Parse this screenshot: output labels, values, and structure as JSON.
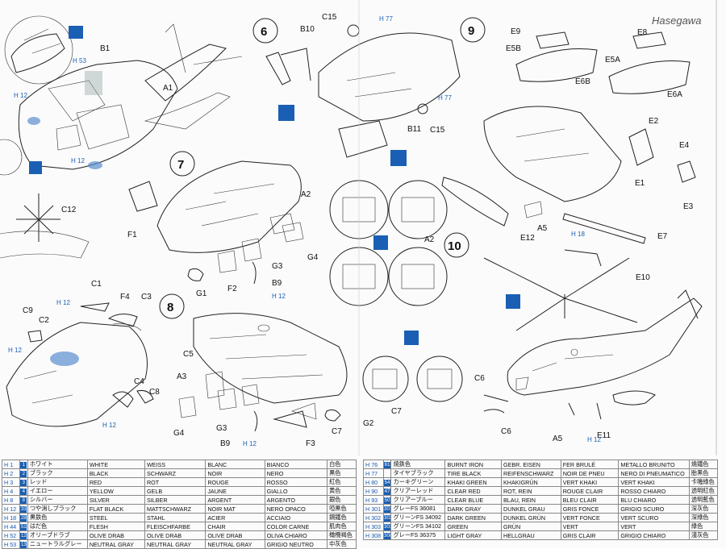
{
  "steps": [
    "6",
    "7",
    "8",
    "9",
    "10"
  ],
  "header_text": "Hasegawa",
  "part_labels": {
    "b1": "B1",
    "a1": "A1",
    "c12": "C12",
    "f1": "F1",
    "a2_s7": "A2",
    "g4_s7": "G4",
    "g3_s7": "G3",
    "b9_s7": "B9",
    "g1": "G1",
    "f2": "F2",
    "b10": "B10",
    "c15_top": "C15",
    "b11": "B11",
    "c15_bot": "C15",
    "e9": "E9",
    "e5b": "E5B",
    "e6b": "E6B",
    "e8": "E8",
    "e5a": "E5A",
    "e6a": "E6A",
    "e2": "E2",
    "e1": "E1",
    "e4": "E4",
    "e3": "E3",
    "e12": "E12",
    "a5_s9": "A5",
    "e7": "E7",
    "a2_mid": "A2",
    "c1": "C1",
    "f4": "F4",
    "c3": "C3",
    "c9": "C9",
    "c2": "C2",
    "c4": "C4",
    "c8": "C8",
    "c5": "C5",
    "a3": "A3",
    "g4_s8": "G4",
    "g3_s8": "G3",
    "b9_s8": "B9",
    "g2": "G2",
    "c7_s8": "C7",
    "f3": "F3",
    "c7_mid": "C7",
    "e10": "E10",
    "c6_a": "C6",
    "c6_b": "C6",
    "a5_s10": "A5",
    "e11": "E11"
  },
  "paint_callouts": {
    "h53": "H 53",
    "h12_a": "H 12",
    "h12_b": "H 12",
    "h12_c": "H 12",
    "h12_d": "H 12",
    "h12_e": "H 12",
    "h12_f": "H 12",
    "h12_g": "H 12",
    "h12_h": "H 12",
    "h77_a": "H 77",
    "h77_b": "H 77",
    "h18": "H 18"
  },
  "color_table_left": [
    {
      "code": "H 1",
      "num": "1",
      "jp": "ホワイト",
      "en": "WHITE",
      "de": "WEISS",
      "fr": "BLANC",
      "it": "BIANCO",
      "jc": "白色"
    },
    {
      "code": "H 2",
      "num": "2",
      "jp": "ブラック",
      "en": "BLACK",
      "de": "SCHWARZ",
      "fr": "NOIR",
      "it": "NERO",
      "jc": "黒色"
    },
    {
      "code": "H 3",
      "num": "3",
      "jp": "レッド",
      "en": "RED",
      "de": "ROT",
      "fr": "ROUGE",
      "it": "ROSSO",
      "jc": "紅色"
    },
    {
      "code": "H 4",
      "num": "4",
      "jp": "イエロー",
      "en": "YELLOW",
      "de": "GELB",
      "fr": "JAUNE",
      "it": "GIALLO",
      "jc": "黄色"
    },
    {
      "code": "H 8",
      "num": "8",
      "jp": "シルバー",
      "en": "SILVER",
      "de": "SILBER",
      "fr": "ARGENT",
      "it": "ARGENTO",
      "jc": "銀色"
    },
    {
      "code": "H 12",
      "num": "33",
      "jp": "つや消しブラック",
      "en": "FLAT BLACK",
      "de": "MATTSCHWARZ",
      "fr": "NOIR MAT",
      "it": "NERO OPACO",
      "jc": "啞黒色"
    },
    {
      "code": "H 18",
      "num": "28",
      "jp": "黒鉄色",
      "en": "STEEL",
      "de": "STAHL",
      "fr": "ACIER",
      "it": "ACCIAIO",
      "jc": "鋼鐵色"
    },
    {
      "code": "H 44",
      "num": "51",
      "jp": "はだ色",
      "en": "FLESH",
      "de": "FLEISCHFARBE",
      "fr": "CHAIR",
      "it": "COLOR CARNE",
      "jc": "肌肉色"
    },
    {
      "code": "H 52",
      "num": "12",
      "jp": "オリーブドラブ",
      "en": "OLIVE DRAB",
      "de": "OLIVE DRAB",
      "fr": "OLIVE DRAB",
      "it": "OLIVA CHIARO",
      "jc": "橄欖褐色"
    },
    {
      "code": "H 53",
      "num": "13",
      "jp": "ニュートラルグレー",
      "en": "NEUTRAL GRAY",
      "de": "NEUTRAL GRAY",
      "fr": "NEUTRAL GRAY",
      "it": "GRIGIO NEUTRO",
      "jc": "中灰色"
    }
  ],
  "color_table_right": [
    {
      "code": "H 76",
      "num": "61",
      "jp": "焼鉄色",
      "en": "BURNT IRON",
      "de": "GEBR. EISEN",
      "fr": "FER BRULÉ",
      "it": "METALLO BRUNITO",
      "jc": "燒鐵色"
    },
    {
      "code": "H 77",
      "num": "",
      "jp": "タイヤブラック",
      "en": "TIRE BLACK",
      "de": "REIFENSCHWARZ",
      "fr": "NOIR DE PNEU",
      "it": "NERO DI PNEUMATICO",
      "jc": "胎黑色"
    },
    {
      "code": "H 80",
      "num": "54",
      "jp": "カーキグリーン",
      "en": "KHAKI GREEN",
      "de": "KHAKIGRÜN",
      "fr": "VERT KHAKI",
      "it": "VERT KHAKI",
      "jc": "卡嘰綠色"
    },
    {
      "code": "H 90",
      "num": "47",
      "jp": "クリアーレッド",
      "en": "CLEAR RED",
      "de": "ROT, REIN",
      "fr": "ROUGE CLAIR",
      "it": "ROSSO CHIARO",
      "jc": "透明紅色"
    },
    {
      "code": "H 93",
      "num": "50",
      "jp": "クリアーブルー",
      "en": "CLEAR BLUE",
      "de": "BLAU, REIN",
      "fr": "BLEU CLAIR",
      "it": "BLU CHIARO",
      "jc": "透明藍色"
    },
    {
      "code": "H 301",
      "num": "301",
      "jp": "グレーFS 36081",
      "en": "DARK GRAY",
      "de": "DUNKEL GRAU",
      "fr": "GRIS FONCE",
      "it": "GRIGIO SCURO",
      "jc": "深灰色"
    },
    {
      "code": "H 302",
      "num": "302",
      "jp": "グリーンFS 34092",
      "en": "DARK GREEN",
      "de": "DUNKEL GRÜN",
      "fr": "VERT FONCE",
      "it": "VERT SCURO",
      "jc": "深綠色"
    },
    {
      "code": "H 303",
      "num": "303",
      "jp": "グリーンFS 34102",
      "en": "GREEN",
      "de": "GRÜN",
      "fr": "VERT",
      "it": "VERT",
      "jc": "綠色"
    },
    {
      "code": "H 308",
      "num": "308",
      "jp": "グレーFS 36375",
      "en": "LIGHT GRAY",
      "de": "HELLGRAU",
      "fr": "GRIS CLAIR",
      "it": "GRIGIO CHIARO",
      "jc": "淺灰色"
    }
  ],
  "colors": {
    "callout_blue": "#1a5fb4",
    "line": "#222222",
    "paper": "#fbfbfb"
  }
}
